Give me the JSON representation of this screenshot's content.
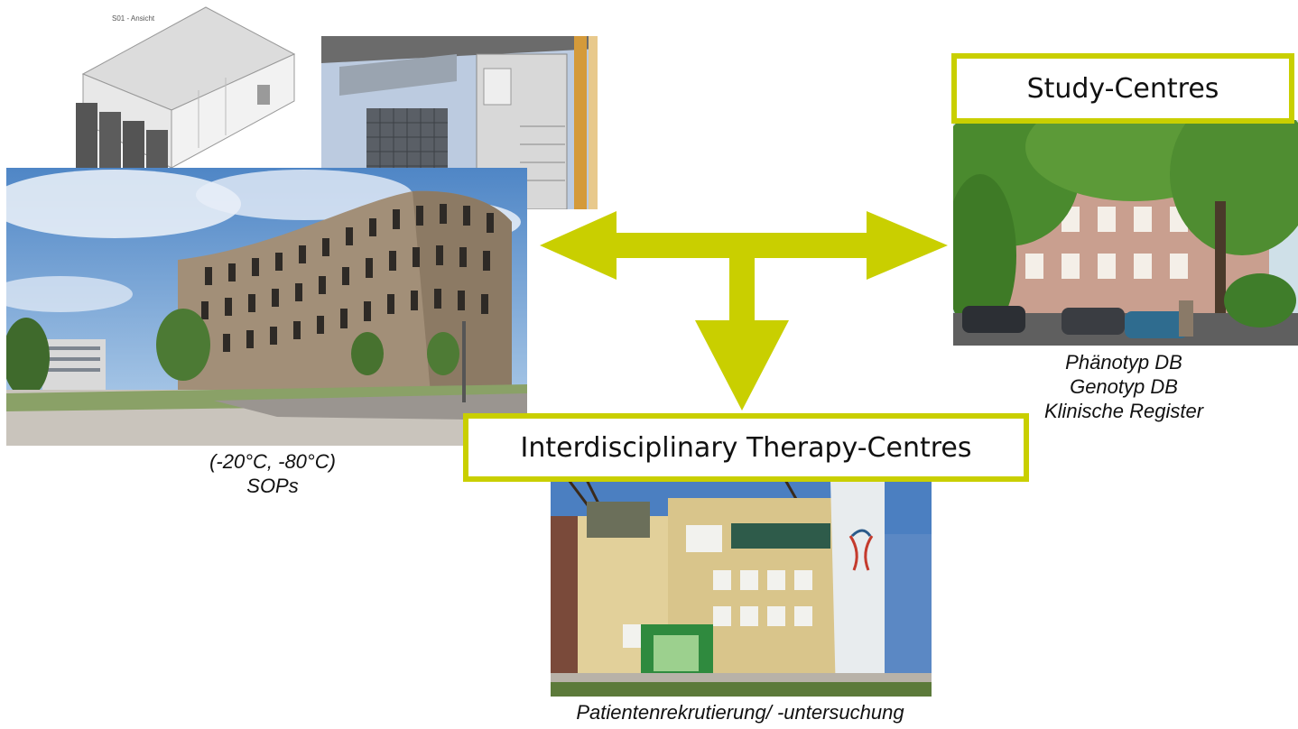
{
  "colors": {
    "accent": "#c9cf00",
    "text": "#111111"
  },
  "images": {
    "freezer_exterior": {
      "icon": "freezer-unit-render",
      "inset_text": "S01 - Ansicht"
    },
    "freezer_interior": {
      "icon": "freezer-interior-render"
    },
    "biobank_building": {
      "icon": "curved-building-photo"
    },
    "study_centre": {
      "icon": "historic-building-photo"
    },
    "therapy_centre": {
      "icon": "clinic-building-photo"
    }
  },
  "biobank": {
    "caption_lines": [
      "(-20°C, -80°C)",
      "SOPs"
    ]
  },
  "study_centres": {
    "title": "Study-Centres",
    "caption_lines": [
      "Phänotyp DB",
      "Genotyp DB",
      "Klinische Register"
    ]
  },
  "therapy_centres": {
    "title": "Interdisciplinary Therapy-Centres",
    "caption_lines": [
      "Patientenrekrutierung/ -untersuchung"
    ]
  }
}
